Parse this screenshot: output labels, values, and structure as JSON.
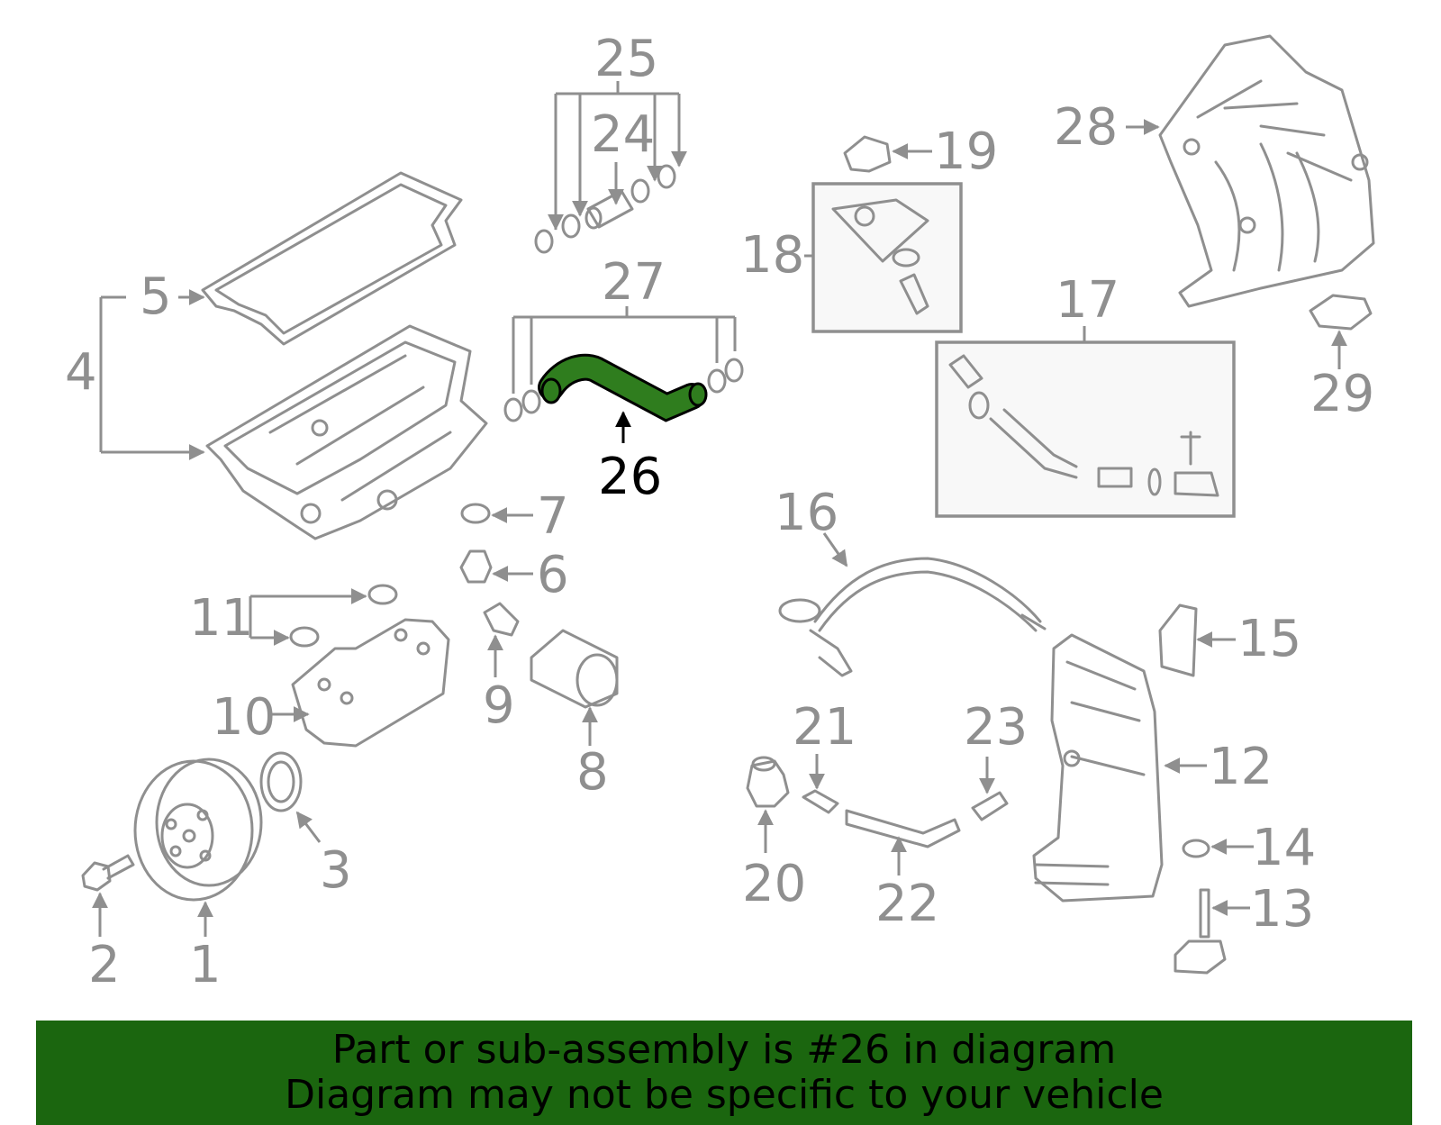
{
  "diagram": {
    "highlight_color": "#2f7d1e",
    "callouts": [
      {
        "id": "1",
        "label": "1"
      },
      {
        "id": "2",
        "label": "2"
      },
      {
        "id": "3",
        "label": "3"
      },
      {
        "id": "4",
        "label": "4"
      },
      {
        "id": "5",
        "label": "5"
      },
      {
        "id": "6",
        "label": "6"
      },
      {
        "id": "7",
        "label": "7"
      },
      {
        "id": "8",
        "label": "8"
      },
      {
        "id": "9",
        "label": "9"
      },
      {
        "id": "10",
        "label": "10"
      },
      {
        "id": "11",
        "label": "11"
      },
      {
        "id": "12",
        "label": "12"
      },
      {
        "id": "13",
        "label": "13"
      },
      {
        "id": "14",
        "label": "14"
      },
      {
        "id": "15",
        "label": "15"
      },
      {
        "id": "16",
        "label": "16"
      },
      {
        "id": "17",
        "label": "17"
      },
      {
        "id": "18",
        "label": "18"
      },
      {
        "id": "19",
        "label": "19"
      },
      {
        "id": "20",
        "label": "20"
      },
      {
        "id": "21",
        "label": "21"
      },
      {
        "id": "22",
        "label": "22"
      },
      {
        "id": "23",
        "label": "23"
      },
      {
        "id": "24",
        "label": "24"
      },
      {
        "id": "25",
        "label": "25"
      },
      {
        "id": "26",
        "label": "26",
        "highlighted": true
      },
      {
        "id": "27",
        "label": "27"
      },
      {
        "id": "28",
        "label": "28"
      },
      {
        "id": "29",
        "label": "29"
      }
    ]
  },
  "banner": {
    "line1": "Part or sub-assembly is #26 in diagram",
    "line2": "Diagram may not be specific to your vehicle",
    "background": "#1b660f"
  }
}
